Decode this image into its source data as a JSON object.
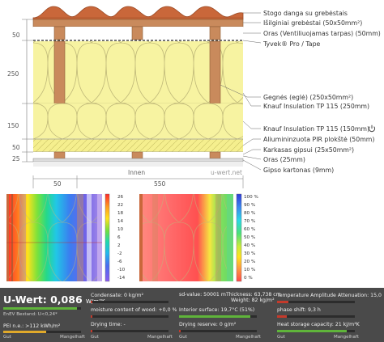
{
  "cross_section": {
    "labels": [
      "Stogo danga su grebėstais",
      "Išilginiai grebėstai (50x50mm²)",
      "Oras (Ventiliuojamas tarpas) (50mm)",
      "Tyvek® Pro / Tape",
      "Gegnės (eglė) (250x50mm²)",
      "Knauf Insulation TP 115 (250mm)",
      "Knauf Insulation TP 115 (150mm)",
      "Aliumininzuota PIR plokštė (50mm)",
      "Karkasas gipsui (25x50mm²)",
      "Oras (25mm)",
      "Gipso kartonas (9mm)"
    ],
    "left_dims": [
      "50",
      "250",
      "150",
      "50",
      "25"
    ],
    "bottom_dims": [
      "50",
      "550"
    ],
    "inside_label": "Innen",
    "watermark": "u-wert.net"
  },
  "temperature_scale": [
    "26",
    "22",
    "18",
    "14",
    "10",
    "6",
    "2",
    "-2",
    "-6",
    "-10",
    "-14"
  ],
  "humidity_scale": [
    "100 %",
    "90 %",
    "80 %",
    "70 %",
    "60 %",
    "50 %",
    "40 %",
    "30 %",
    "20 %",
    "10 %",
    "0 %"
  ],
  "results": {
    "u_label": "U-Wert:",
    "u_value": "0,086",
    "u_unit": "W/m²K",
    "enev": "EnEV Bestand: U<0,24*",
    "pei": "PEI n.e.: >112 kWh/m²",
    "condensate": "Condensate: 0 kg/m²",
    "moisture_wood": "moisture content of wood: +0,0 %",
    "drying_time": "Drying time: -",
    "sd_value": "sd-value: 50001 m",
    "thickness": "Thickness: 63,738 cm",
    "weight": "Weight: 82 kg/m²",
    "interior_surface": "Interior surface: 19,7°C (51%)",
    "drying_reserve": "Drying reserve: 0 g/m²",
    "temp_amp": "Temperature Amplitude Attenuation: 15,0",
    "phase_shift": "phase shift: 9,3 h",
    "heat_storage": "Heat storage capacity: 21 kJ/m²K",
    "good": "Gut",
    "bad": "Mangelhaft"
  },
  "bar_levels": {
    "u": 0.95,
    "pei": 0.55,
    "condensate": 0.02,
    "moisture_wood": 0.02,
    "drying_time": 0.02,
    "interior_surface": 0.92,
    "drying_reserve": 0.02,
    "temp_amp": 0.15,
    "phase_shift": 0.12,
    "heat_storage": 0.9
  },
  "colors": {
    "insulation": "#f7f3a1",
    "rafter": "#c98a5c",
    "tile": "#c9673a",
    "statusbar": "#4a4a4a",
    "good_green": "#5fb43a",
    "bad_red": "#c53a2b"
  }
}
